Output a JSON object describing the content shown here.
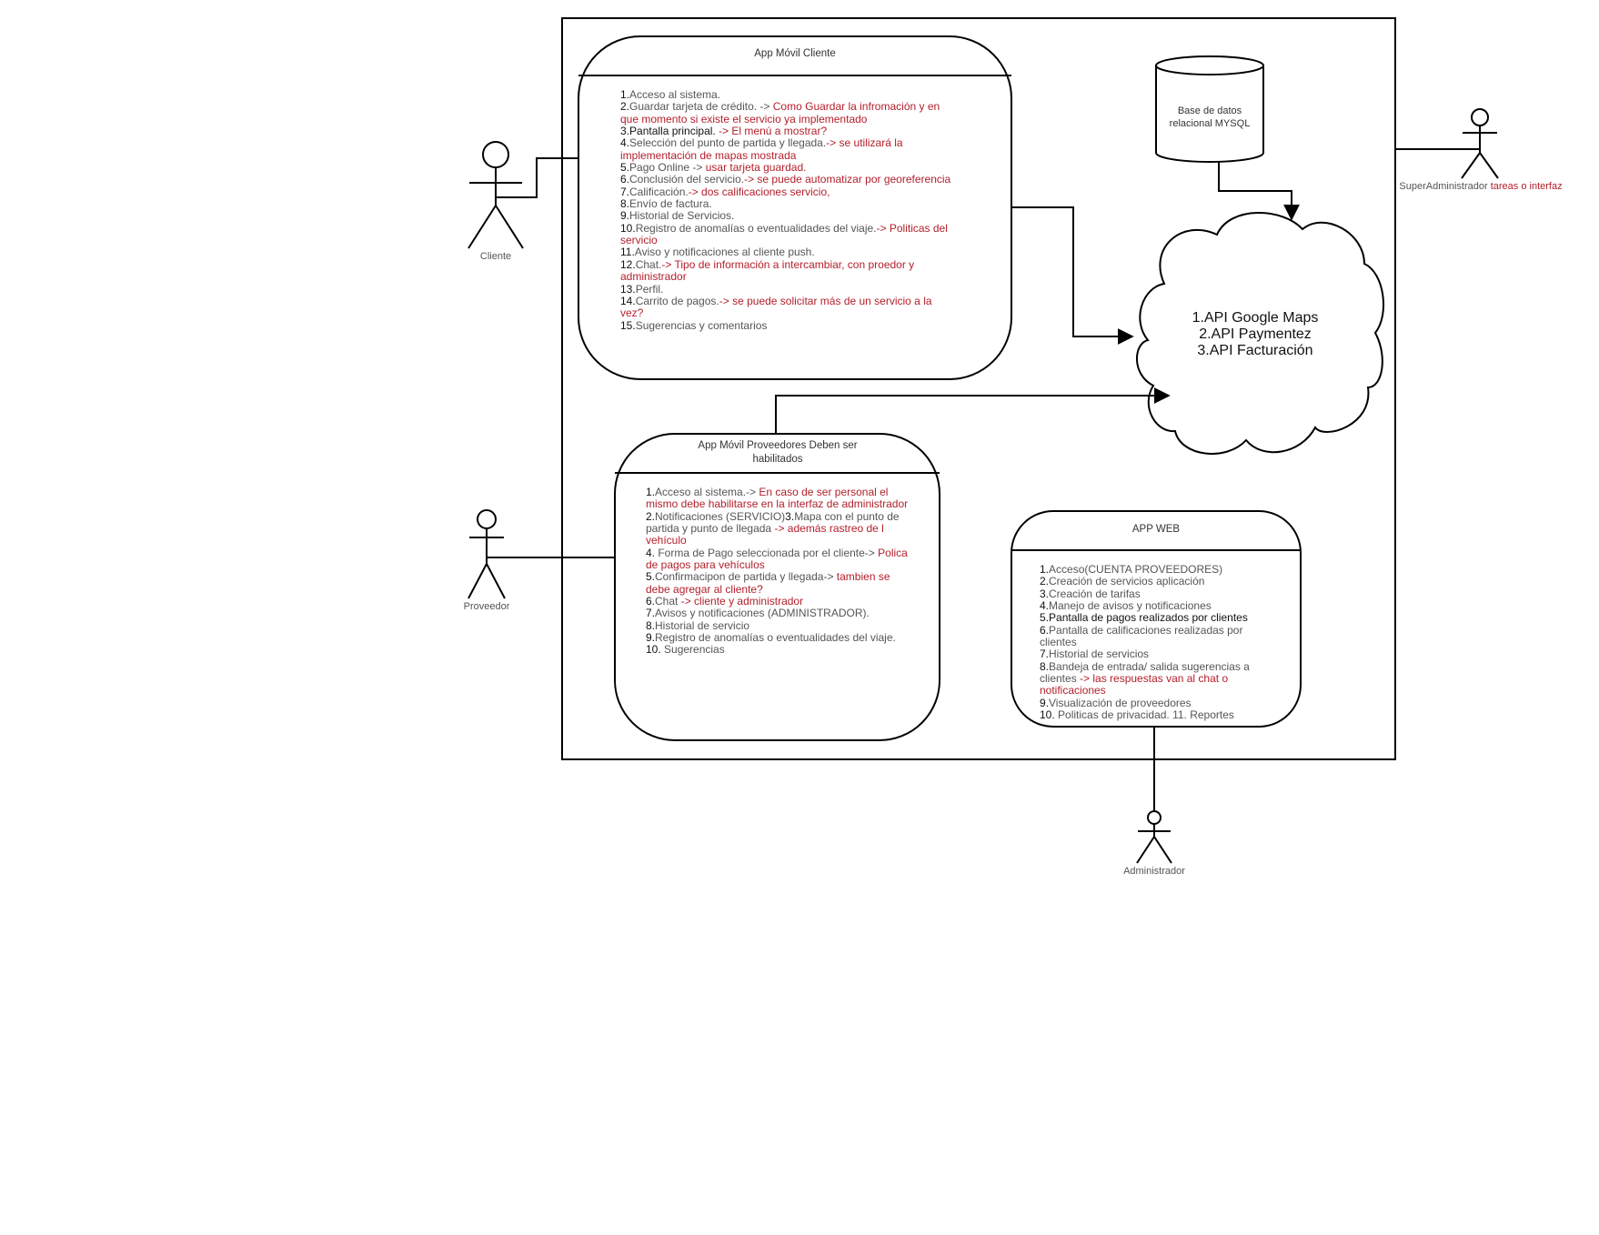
{
  "app_cliente": {
    "title": "App  Móvil Cliente",
    "items": [
      [
        {
          "t": "1.",
          "c": "n"
        },
        {
          "t": "Acceso al sistema.",
          "c": "g"
        }
      ],
      [
        {
          "t": "2.",
          "c": "n"
        },
        {
          "t": "Guardar tarjeta de crédito. -> ",
          "c": "g"
        },
        {
          "t": "Como Guardar la infromación  y en que momento si existe el servicio  ya implementado",
          "c": "r"
        }
      ],
      [
        {
          "t": "3.",
          "c": "n"
        },
        {
          "t": "Pantalla principal. ",
          "c": "k"
        },
        {
          "t": "->  El menú a mostrar?",
          "c": "r"
        }
      ],
      [
        {
          "t": "4.",
          "c": "n"
        },
        {
          "t": "Selección del punto de partida y llegada.",
          "c": "g"
        },
        {
          "t": "-> se utilizará la implementación de mapas mostrada",
          "c": "r"
        }
      ],
      [
        {
          "t": "5.",
          "c": "n"
        },
        {
          "t": "Pago Online -> ",
          "c": "g"
        },
        {
          "t": "usar tarjeta guardad.",
          "c": "r"
        }
      ],
      [
        {
          "t": "6.",
          "c": "n"
        },
        {
          "t": "Conclusión del servicio.",
          "c": "g"
        },
        {
          "t": "-> se puede automatizar por georeferencia",
          "c": "r"
        }
      ],
      [
        {
          "t": "7.",
          "c": "n"
        },
        {
          "t": "Calificación.",
          "c": "g"
        },
        {
          "t": "-> dos calificaciones servicio,",
          "c": "r"
        }
      ],
      [
        {
          "t": "8.",
          "c": "n"
        },
        {
          "t": "Envío de factura.",
          "c": "g"
        }
      ],
      [
        {
          "t": "9.",
          "c": "n"
        },
        {
          "t": "Historial de Servicios.",
          "c": "g"
        }
      ],
      [
        {
          "t": "10.",
          "c": "n"
        },
        {
          "t": "Registro de anomalías o eventualidades del viaje.",
          "c": "g"
        },
        {
          "t": "-> Politicas del servicio",
          "c": "r"
        }
      ],
      [
        {
          "t": "11.",
          "c": "n"
        },
        {
          "t": "Aviso y notificaciones al cliente push.",
          "c": "g"
        }
      ],
      [
        {
          "t": "12.",
          "c": "n"
        },
        {
          "t": "Chat.",
          "c": "g"
        },
        {
          "t": "-> Tipo de información a intercambiar, con proedor y administrador",
          "c": "r"
        }
      ],
      [
        {
          "t": "13.",
          "c": "n"
        },
        {
          "t": "Perfil.",
          "c": "g"
        }
      ],
      [
        {
          "t": "14.",
          "c": "n"
        },
        {
          "t": "Carrito de pagos.",
          "c": "g"
        },
        {
          "t": "-> se puede solicitar más de un servicio a la vez?",
          "c": "r"
        }
      ],
      [
        {
          "t": "15.",
          "c": "n"
        },
        {
          "t": "Sugerencias y comentarios",
          "c": "g"
        }
      ]
    ]
  },
  "app_proveedores": {
    "title": "App  Móvil Proveedores  Deben ser habilitados",
    "items": [
      [
        {
          "t": "1.",
          "c": "n"
        },
        {
          "t": "Acceso al sistema.-> ",
          "c": "g"
        },
        {
          "t": "En caso de ser personal el mismo debe habilitarse en la interfaz de administrador",
          "c": "r"
        }
      ],
      [
        {
          "t": "2.",
          "c": "n"
        },
        {
          "t": "Notificaciones (SERVICIO)",
          "c": "g"
        },
        {
          "t": "3.",
          "c": "n"
        },
        {
          "t": "Mapa con el punto de partida y punto de llegada ",
          "c": "g"
        },
        {
          "t": "-> además rastreo de l vehículo",
          "c": "r"
        }
      ],
      [
        {
          "t": "4. ",
          "c": "n"
        },
        {
          "t": "Forma de Pago seleccionada por el cliente-> ",
          "c": "g"
        },
        {
          "t": "Polica de pagos para vehículos",
          "c": "r"
        }
      ],
      [
        {
          "t": "5.",
          "c": "n"
        },
        {
          "t": "Confirmacipon de partida y llegada-> ",
          "c": "g"
        },
        {
          "t": "tambien se debe agregar al cliente?",
          "c": "r"
        }
      ],
      [
        {
          "t": "6.",
          "c": "n"
        },
        {
          "t": "Chat ",
          "c": "g"
        },
        {
          "t": "-> cliente y administrador",
          "c": "r"
        }
      ],
      [
        {
          "t": "7.",
          "c": "n"
        },
        {
          "t": "Avisos y notificaciones (ADMINISTRADOR).",
          "c": "g"
        }
      ],
      [
        {
          "t": "8.",
          "c": "n"
        },
        {
          "t": "Historial de servicio",
          "c": "g"
        }
      ],
      [
        {
          "t": "9.",
          "c": "n"
        },
        {
          "t": "Registro de anomalías o eventualidades del viaje.",
          "c": "g"
        }
      ],
      [
        {
          "t": "10. ",
          "c": "n"
        },
        {
          "t": "Sugerencias",
          "c": "g"
        }
      ]
    ]
  },
  "app_web": {
    "title": "APP WEB",
    "items": [
      [
        {
          "t": "1.",
          "c": "n"
        },
        {
          "t": "Acceso(CUENTA PROVEEDORES)",
          "c": "g"
        }
      ],
      [
        {
          "t": "2.",
          "c": "n"
        },
        {
          "t": "Creación de servicios aplicación",
          "c": "g"
        }
      ],
      [
        {
          "t": "3.",
          "c": "n"
        },
        {
          "t": "Creación de tarifas",
          "c": "g"
        }
      ],
      [
        {
          "t": "4.",
          "c": "n"
        },
        {
          "t": "Manejo de avisos y notificaciones",
          "c": "g"
        }
      ],
      [
        {
          "t": "5.",
          "c": "n"
        },
        {
          "t": "Pantalla de pagos realizados por clientes",
          "c": "k"
        }
      ],
      [
        {
          "t": "6.",
          "c": "n"
        },
        {
          "t": "Pantalla de calificaciones realizadas por clientes",
          "c": "g"
        }
      ],
      [
        {
          "t": "7.",
          "c": "n"
        },
        {
          "t": "Historial de servicios",
          "c": "g"
        }
      ],
      [
        {
          "t": "8.",
          "c": "n"
        },
        {
          "t": "Bandeja de entrada/ salida sugerencias a clientes ",
          "c": "g"
        },
        {
          "t": "-> las respuestas van al chat o notificaciones",
          "c": "r"
        }
      ],
      [
        {
          "t": "9.",
          "c": "n"
        },
        {
          "t": "Visualización de proveedores",
          "c": "g"
        }
      ],
      [
        {
          "t": "10. ",
          "c": "n"
        },
        {
          "t": "Politicas de privacidad. 11. Reportes",
          "c": "g"
        }
      ]
    ]
  },
  "database": {
    "line1": "Base de datos",
    "line2": "relacional MYSQL"
  },
  "cloud": {
    "line1": "1.API Google Maps",
    "line2": "2.API Paymentez",
    "line3": "3.API Facturación"
  },
  "actors": {
    "cliente": "Cliente",
    "proveedor": "Proveedor",
    "administrador": "Administrador",
    "superadmin": "SuperAdministrador",
    "superadmin_note": "tareas o interfaz"
  },
  "colors": {
    "stroke": "#000000",
    "note_red": "#b3202c",
    "text_gray": "#555555"
  }
}
